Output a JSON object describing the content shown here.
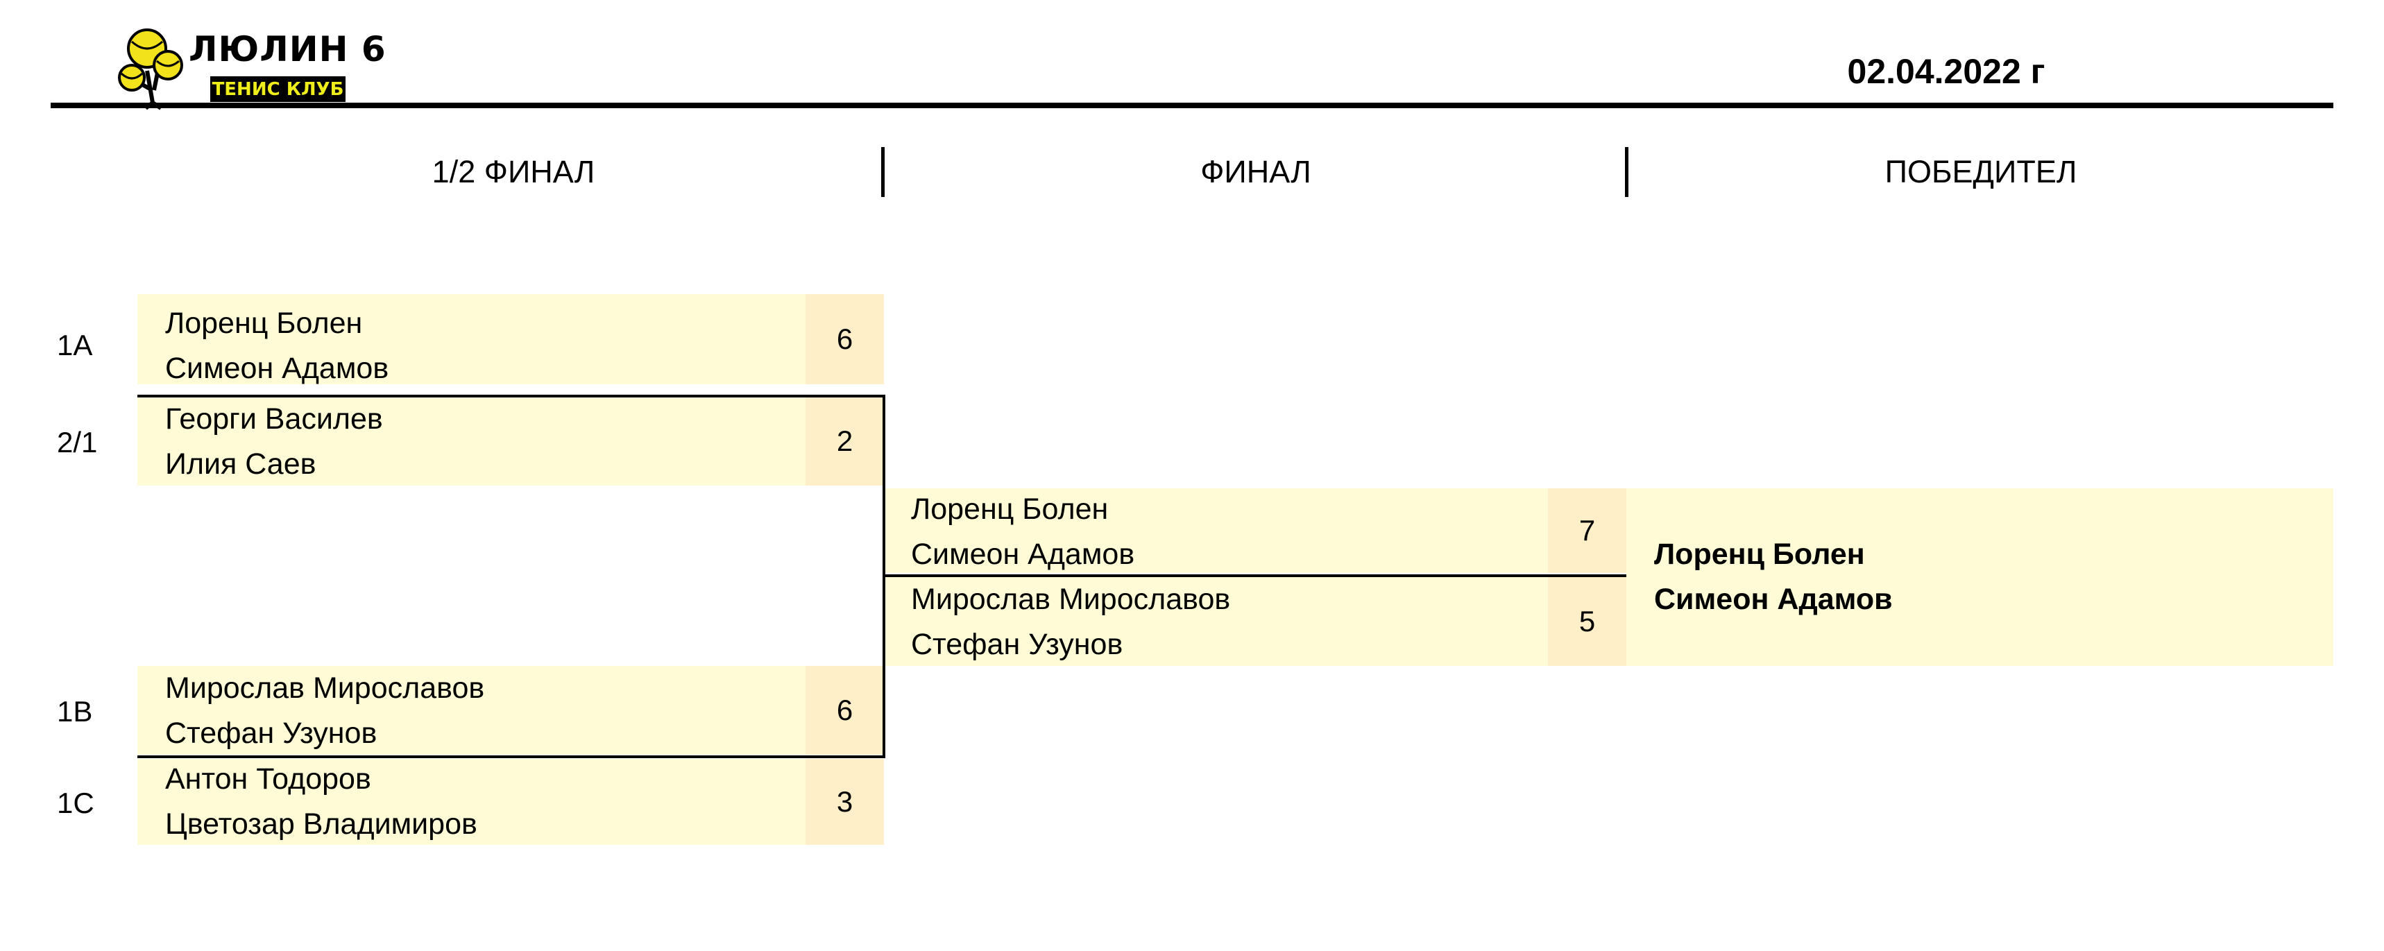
{
  "header": {
    "logo_title": "ЛЮЛИН 6",
    "logo_subtitle": "ТЕНИС КЛУБ",
    "date": "02.04.2022 г"
  },
  "rounds": [
    "1/2 ФИНАЛ",
    "ФИНАЛ",
    "ПОБЕДИТЕЛ"
  ],
  "semifinals": [
    {
      "top": {
        "seed": "1A",
        "players": [
          "Лоренц Болен",
          "Симеон Адамов"
        ],
        "score": "6"
      },
      "bottom": {
        "seed": "2/1",
        "players": [
          "Георги Василев",
          "Илия Саев"
        ],
        "score": "2"
      }
    },
    {
      "top": {
        "seed": "1B",
        "players": [
          "Мирослав Мирославов",
          "Стефан Узунов"
        ],
        "score": "6"
      },
      "bottom": {
        "seed": "1C",
        "players": [
          "Антон Тодоров",
          "Цветозар Владимиров"
        ],
        "score": "3"
      }
    }
  ],
  "final": {
    "top": {
      "players": [
        "Лоренц Болен",
        "Симеон Адамов"
      ],
      "score": "7"
    },
    "bottom": {
      "players": [
        "Мирослав Мирославов",
        "Стефан Узунов"
      ],
      "score": "5"
    }
  },
  "winner": {
    "players": [
      "Лоренц Болен",
      "Симеон Адамов"
    ]
  },
  "colors": {
    "cell_bg": "#fffbd7",
    "score_bg": "#ffefc9",
    "logo_ball": "#f2e21b",
    "logo_sub_text": "#f0ee1a"
  }
}
